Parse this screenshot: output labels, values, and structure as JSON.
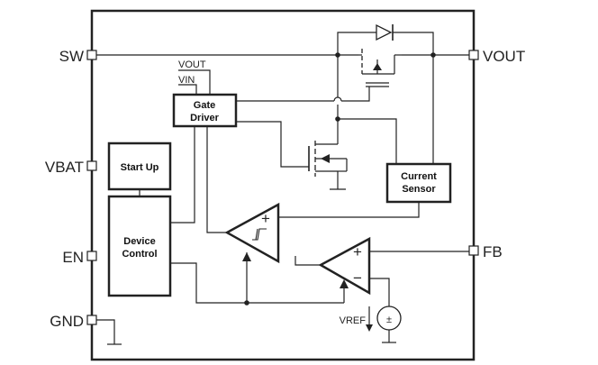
{
  "pins": {
    "sw": "SW",
    "vbat": "VBAT",
    "en": "EN",
    "gnd": "GND",
    "vout": "VOUT",
    "fb": "FB"
  },
  "internal_labels": {
    "vout": "VOUT",
    "vin": "VIN",
    "vref": "VREF"
  },
  "blocks": {
    "gate_driver": [
      "Gate",
      "Driver"
    ],
    "start_up": "Start Up",
    "device_control": [
      "Device",
      "Control"
    ],
    "current_sensor": [
      "Current",
      "Sensor"
    ]
  },
  "symbols": {
    "plus": "+",
    "minus": "−",
    "source_pm": "±"
  }
}
